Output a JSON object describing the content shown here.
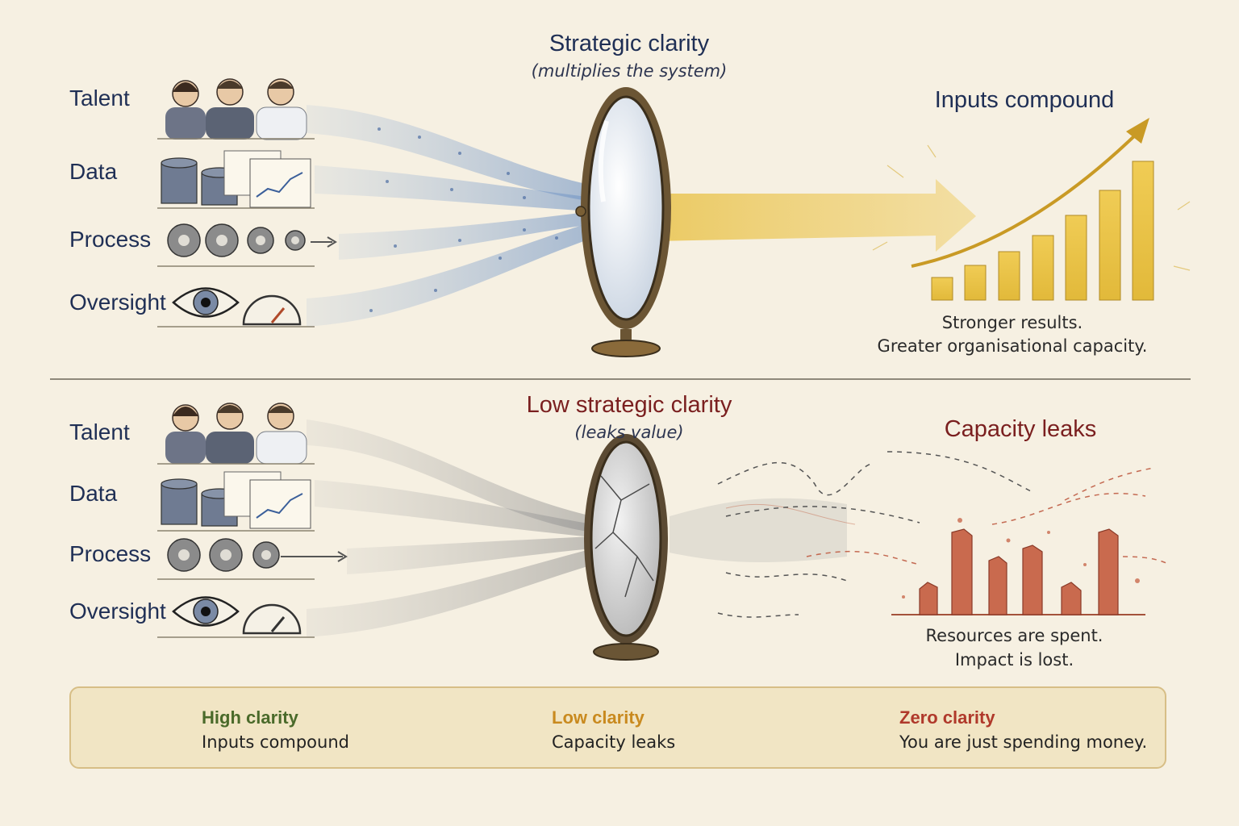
{
  "top": {
    "heading": "Strategic clarity",
    "subheading": "(multiplies the system)",
    "inputs": [
      "Talent",
      "Data",
      "Process",
      "Oversight"
    ],
    "result_heading": "Inputs compound",
    "caption_line1": "Stronger results.",
    "caption_line2": "Greater organisational capacity."
  },
  "bottom": {
    "heading": "Low strategic clarity",
    "subheading": "(leaks value)",
    "inputs": [
      "Talent",
      "Data",
      "Process",
      "Oversight"
    ],
    "result_heading": "Capacity leaks",
    "caption_line1": "Resources are spent.",
    "caption_line2": "Impact is lost."
  },
  "legend": [
    {
      "title": "High clarity",
      "description": "Inputs compound",
      "icon": "check-circle-icon",
      "color": "#4a6a2a"
    },
    {
      "title": "Low clarity",
      "description": "Capacity leaks",
      "icon": "exclamation-circle-icon",
      "color": "#c98a1f"
    },
    {
      "title": "Zero clarity",
      "description": "You are just spending money.",
      "icon": "x-circle-icon",
      "color": "#b0392b"
    }
  ],
  "colors": {
    "navy": "#1f2f55",
    "maroon": "#7a1f1f",
    "gold": "#e8c24a",
    "blue_stream": "#7fa2cf",
    "gray_stream": "#a8a8a8",
    "broken_bar": "#c96a4e",
    "background": "#f6f0e2"
  }
}
